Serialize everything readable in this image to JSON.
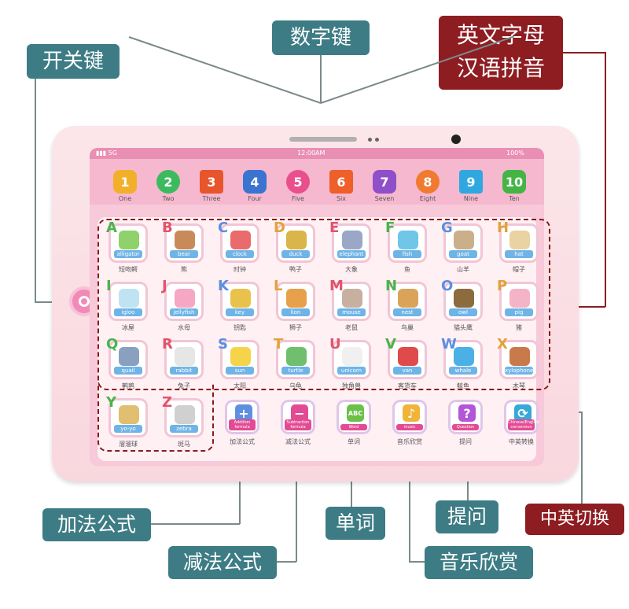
{
  "callouts": {
    "power_key": "开关键",
    "number_keys": "数字键",
    "letters_pinyin_1": "英文字母",
    "letters_pinyin_2": "汉语拼音",
    "addition": "加法公式",
    "subtraction": "减法公式",
    "word": "单词",
    "music": "音乐欣赏",
    "question": "提问",
    "cn_en_switch": "中英切换"
  },
  "status_bar": {
    "signal": "5G",
    "time": "12:00AM",
    "battery": "100%"
  },
  "numbers": [
    {
      "digit": "1",
      "label": "One",
      "color": "#f2b02a"
    },
    {
      "digit": "2",
      "label": "Two",
      "color": "#3bbb5e"
    },
    {
      "digit": "3",
      "label": "Three",
      "color": "#e8542c"
    },
    {
      "digit": "4",
      "label": "Four",
      "color": "#3a74d0"
    },
    {
      "digit": "5",
      "label": "Five",
      "color": "#ea4f8d"
    },
    {
      "digit": "6",
      "label": "Six",
      "color": "#ef5f2a"
    },
    {
      "digit": "7",
      "label": "Seven",
      "color": "#8f4fc9"
    },
    {
      "digit": "8",
      "label": "Eight",
      "color": "#f07a2f"
    },
    {
      "digit": "9",
      "label": "Nine",
      "color": "#2fa8e0"
    },
    {
      "digit": "10",
      "label": "Ten",
      "color": "#44b544"
    }
  ],
  "letters": [
    {
      "letter": "A",
      "word": "alligator",
      "cn": "短吻鳄"
    },
    {
      "letter": "B",
      "word": "bear",
      "cn": "熊"
    },
    {
      "letter": "C",
      "word": "clock",
      "cn": "时钟"
    },
    {
      "letter": "D",
      "word": "duck",
      "cn": "鸭子"
    },
    {
      "letter": "E",
      "word": "elephant",
      "cn": "大象"
    },
    {
      "letter": "F",
      "word": "fish",
      "cn": "鱼"
    },
    {
      "letter": "G",
      "word": "goat",
      "cn": "山羊"
    },
    {
      "letter": "H",
      "word": "hat",
      "cn": "帽子"
    },
    {
      "letter": "I",
      "word": "igloo",
      "cn": "冰屋"
    },
    {
      "letter": "J",
      "word": "jellyfish",
      "cn": "水母"
    },
    {
      "letter": "K",
      "word": "key",
      "cn": "钥匙"
    },
    {
      "letter": "L",
      "word": "lion",
      "cn": "狮子"
    },
    {
      "letter": "M",
      "word": "mouse",
      "cn": "老鼠"
    },
    {
      "letter": "N",
      "word": "nest",
      "cn": "鸟巢"
    },
    {
      "letter": "O",
      "word": "owl",
      "cn": "猫头鹰"
    },
    {
      "letter": "P",
      "word": "pig",
      "cn": "猪"
    },
    {
      "letter": "Q",
      "word": "quail",
      "cn": "鹌鹑"
    },
    {
      "letter": "R",
      "word": "rabbit",
      "cn": "兔子"
    },
    {
      "letter": "S",
      "word": "sun",
      "cn": "太阳"
    },
    {
      "letter": "T",
      "word": "turtle",
      "cn": "乌龟"
    },
    {
      "letter": "U",
      "word": "unicorn",
      "cn": "独角兽"
    },
    {
      "letter": "V",
      "word": "van",
      "cn": "客货车"
    },
    {
      "letter": "W",
      "word": "whale",
      "cn": "鲸鱼"
    },
    {
      "letter": "X",
      "word": "xylophone",
      "cn": "木琴"
    },
    {
      "letter": "Y",
      "word": "yo-yo",
      "cn": "溜溜球"
    },
    {
      "letter": "Z",
      "word": "zebra",
      "cn": "斑马"
    }
  ],
  "function_keys": [
    {
      "icon": "+",
      "label": "Addition formula",
      "cn": "加法公式",
      "color": "#5f8fe0"
    },
    {
      "icon": "−",
      "label": "Subtraction formula",
      "cn": "减法公式",
      "color": "#e24b94"
    },
    {
      "icon": "ABC",
      "label": "Word",
      "cn": "单词",
      "color": "#6cc04a"
    },
    {
      "icon": "♪",
      "label": "music",
      "cn": "音乐欣赏",
      "color": "#f0b43a"
    },
    {
      "icon": "?",
      "label": "Question",
      "cn": "提问",
      "color": "#b456d8"
    },
    {
      "icon": "⟳",
      "label": "Chinese/English conversion",
      "cn": "中英转换",
      "color": "#37a8d8"
    }
  ],
  "colors": {
    "teal_callout": "#3d7c85",
    "red_callout": "#8e1d22",
    "screen_pink": "#f7c9d9"
  }
}
